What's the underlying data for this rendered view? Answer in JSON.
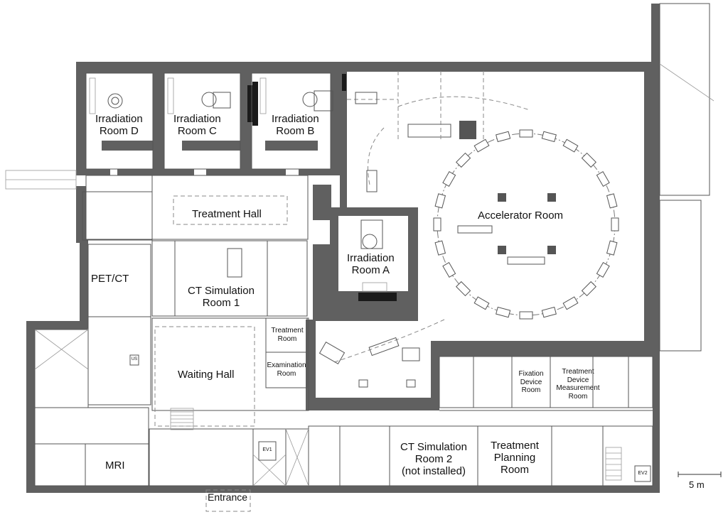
{
  "rooms": {
    "irradiation_d": [
      "Irradiation",
      "Room D"
    ],
    "irradiation_c": [
      "Irradiation",
      "Room C"
    ],
    "irradiation_b": [
      "Irradiation",
      "Room B"
    ],
    "irradiation_a": [
      "Irradiation",
      "Room A"
    ],
    "accelerator": "Accelerator Room",
    "treatment_hall": "Treatment Hall",
    "pet_ct": "PET/CT",
    "ct_sim_1": [
      "CT Simulation",
      "Room 1"
    ],
    "treatment_room": [
      "Treatment",
      "Room"
    ],
    "examination_room": [
      "Examination",
      "Room"
    ],
    "waiting_hall": "Waiting Hall",
    "fixation_device": [
      "Fixation",
      "Device",
      "Room"
    ],
    "treatment_device_measurement": [
      "Treatment",
      "Device",
      "Measurement",
      "Room"
    ],
    "ct_sim_2": [
      "CT Simulation",
      "Room 2",
      "(not installed)"
    ],
    "treatment_planning": [
      "Treatment",
      "Planning",
      "Room"
    ],
    "mri": "MRI",
    "entrance": "Entrance"
  },
  "markers": {
    "ev1": "EV1",
    "ev2": "EV2",
    "us": "US"
  },
  "scale_bar": {
    "label": "5 m"
  }
}
